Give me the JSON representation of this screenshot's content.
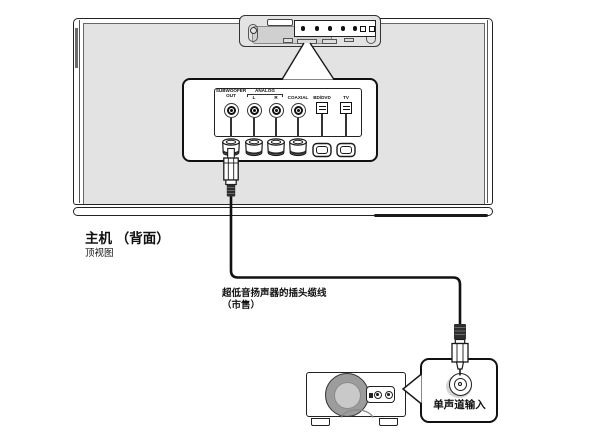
{
  "colors": {
    "body_gray": "#e3e3e3",
    "speaker_outer": "#9c9c9c",
    "speaker_inner": "#c9c9c9",
    "ink": "#111111",
    "plug_dark": "#2e2e2e"
  },
  "main_unit": {
    "title": "主机 （背面）",
    "view": "顶视图"
  },
  "panel": {
    "subwoofer_line1": "SUBWOOFER",
    "subwoofer_line2": "OUT",
    "analog": "ANALOG",
    "l": "L",
    "r": "R",
    "coaxial": "COAXIAL",
    "bd_dvd": "BD/DVD",
    "tv": "TV"
  },
  "cable": {
    "line1": "超低音扬声器的插头缆线",
    "line2": "（市售）"
  },
  "subwoofer_callout": {
    "input_label": "单声道输入"
  }
}
